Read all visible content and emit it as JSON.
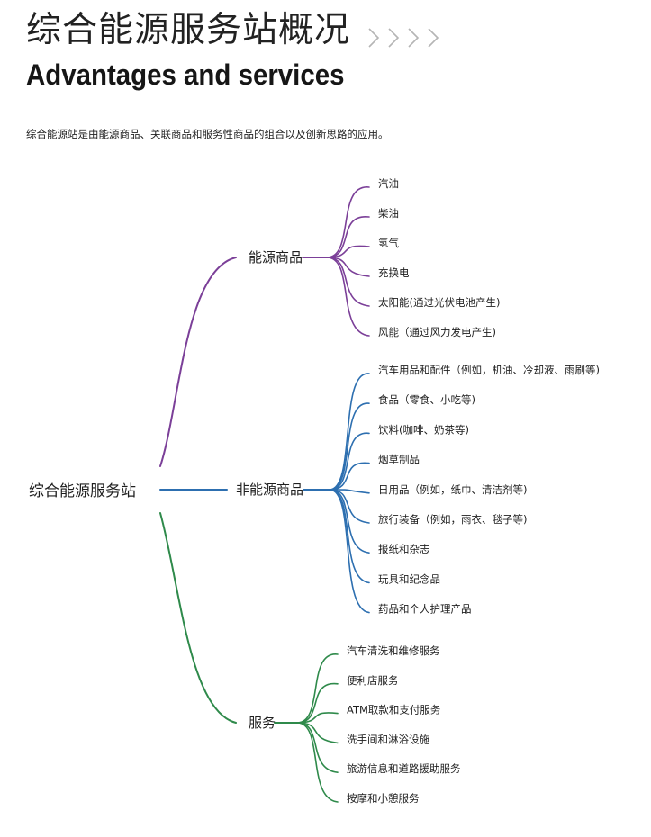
{
  "header": {
    "title": "综合能源服务站概况",
    "subtitle": "Advantages and services",
    "intro": "综合能源站是由能源商品、关联商品和服务性商品的组合以及创新思路的应用。"
  },
  "colors": {
    "energy": "#7b3f98",
    "non_energy": "#2d6fb0",
    "services": "#2f8a4b",
    "chevron": "#b5b5b5"
  },
  "mindmap": {
    "root": "综合能源服务站",
    "branches": [
      {
        "label": "能源商品",
        "color_key": "energy",
        "items": [
          "汽油",
          "柴油",
          "氢气",
          "充换电",
          "太阳能(通过光伏电池产生)",
          "风能（通过风力发电产生)"
        ]
      },
      {
        "label": "非能源商品",
        "color_key": "non_energy",
        "items": [
          "汽车用品和配件（例如，机油、冷却液、雨刷等)",
          "食品（零食、小吃等)",
          "饮料(咖啡、奶茶等)",
          "烟草制品",
          "日用品（例如，纸巾、清洁剂等)",
          "旅行装备（例如，雨衣、毯子等)",
          "报纸和杂志",
          "玩具和纪念品",
          "药品和个人护理产品"
        ]
      },
      {
        "label": "服务",
        "color_key": "services",
        "items": [
          "汽车清洗和维修服务",
          "便利店服务",
          "ATM取款和支付服务",
          "洗手间和淋浴设施",
          "旅游信息和道路援助服务",
          "按摩和小憩服务"
        ]
      }
    ]
  }
}
